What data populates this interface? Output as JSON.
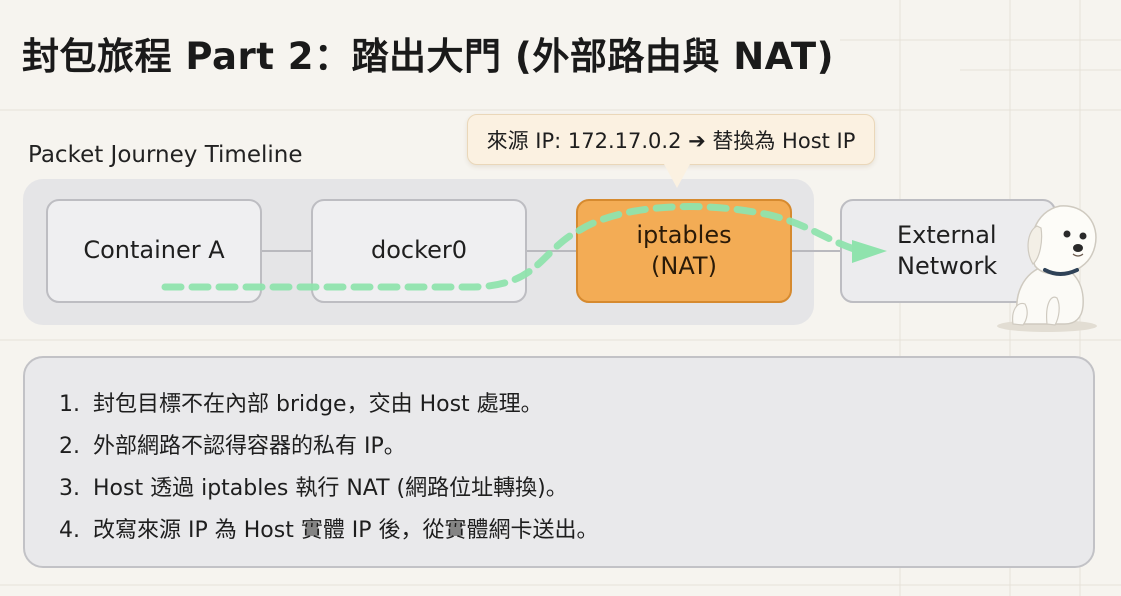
{
  "title": "封包旅程 Part 2：踏出大門 (外部路由與 NAT)",
  "timeline": {
    "label": "Packet Journey Timeline",
    "nodes": [
      {
        "label": "Container A"
      },
      {
        "label": "docker0"
      },
      {
        "line1": "iptables",
        "line2": "(NAT)"
      },
      {
        "line1": "External",
        "line2": "Network"
      }
    ],
    "callout": "來源 IP: 172.17.0.2 ➔ 替換為 Host IP"
  },
  "steps": [
    {
      "num": "1.",
      "text": "封包目標不在內部 bridge，交由 Host 處理。"
    },
    {
      "num": "2.",
      "text": "外部網路不認得容器的私有 IP。"
    },
    {
      "num": "3.",
      "text": "Host 透過 iptables 執行 NAT (網路位址轉換)。"
    },
    {
      "num": "4.",
      "text": "改寫來源 IP 為 Host 實體 IP 後，從實體網卡送出。"
    }
  ],
  "colors": {
    "background": "#f6f4ef",
    "nat_node": "#f3ac55",
    "flow_path": "#8fe3ad",
    "panel": "#e5e5e7"
  },
  "icons": {
    "mascot": "white-dog-illustration",
    "arrow": "arrow-right-icon"
  }
}
